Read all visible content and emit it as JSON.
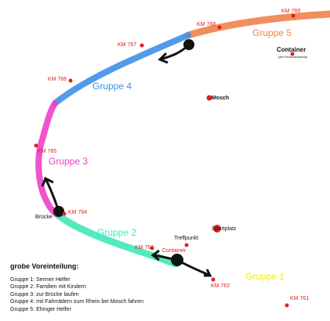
{
  "colors": {
    "group1": "#f2f000",
    "group2": "#3fe8b8",
    "group3": "#f03fc8",
    "group4": "#3f8fe8",
    "group5": "#f0824a",
    "km_marker": "#e02020",
    "arrow": "#111111"
  },
  "km_markers": [
    "KM 769",
    "KM 768",
    "KM 767",
    "KM 766",
    "KM 765",
    "KM 764",
    "KM 763",
    "KM 762",
    "KM 761"
  ],
  "groups": [
    "Gruppe 5",
    "Gruppe 4",
    "Gruppe 3",
    "Gruppe 2",
    "Gruppe 1"
  ],
  "places": {
    "container_top": "Container",
    "container_top_sub": "(am Feuerwehrhaus)",
    "mosch": "Mosch",
    "bruecke": "Brücke",
    "treffpunkt": "Treffpunkt",
    "sportplatz": "Sportplatz",
    "container_bottom": "Container"
  },
  "legend": {
    "title": "grobe Voreinteilung:",
    "items": [
      "Gruppe 1: Sermer Helfer",
      "Gruppe 2: Familien mit Kindern",
      "Gruppe 3: zur Brücke laufen",
      "Gruppe 4: mit Fahrrädern zum Rhein bei Mosch fahren",
      "Gruppe 5: Ehinger Helfer"
    ]
  }
}
